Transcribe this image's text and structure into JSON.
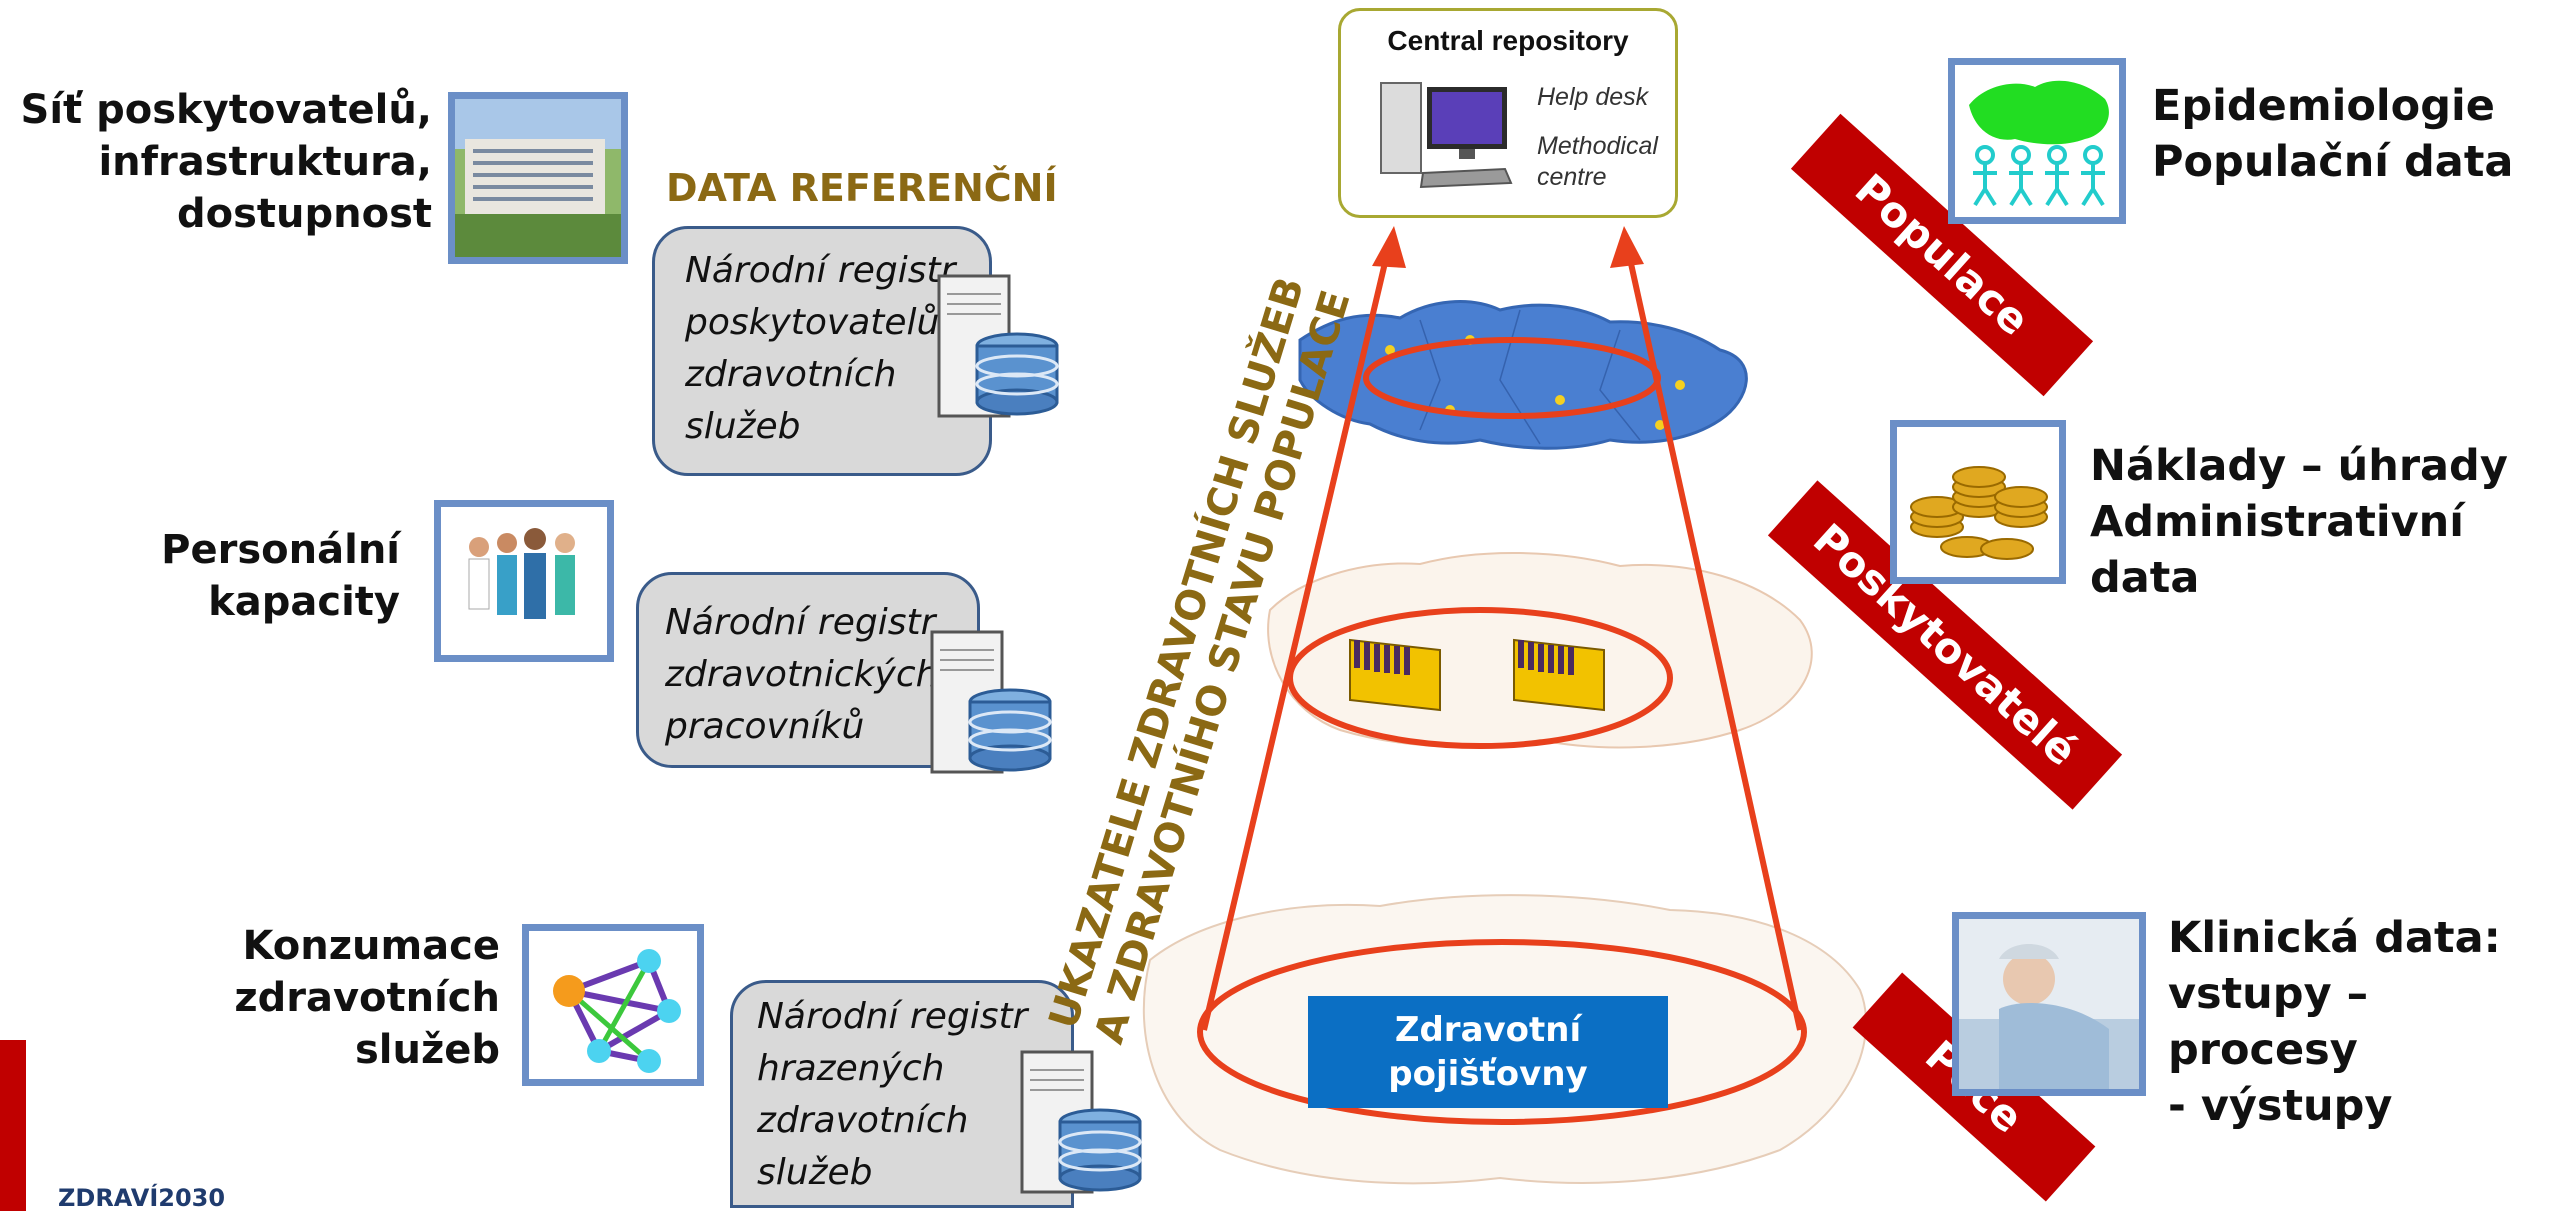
{
  "left_labels": {
    "providers": [
      "Síť poskytovatelů,",
      "infrastruktura,",
      "dostupnost"
    ],
    "personnel": [
      "Personální",
      "kapacity"
    ],
    "consumption": [
      "Konzumace",
      "zdravotních",
      "služeb"
    ]
  },
  "data_referencni": "DATA REFERENČNÍ",
  "registries": {
    "providers": [
      "Národní registr",
      "poskytovatelů",
      "zdravotních",
      "služeb"
    ],
    "workers": [
      "Národní registr",
      "zdravotnických",
      "pracovníků"
    ],
    "reimbursed": [
      "Národní registr",
      "hrazených",
      "zdravotních",
      "služeb"
    ]
  },
  "central_repository": {
    "title": "Central repository",
    "help_desk": "Help desk",
    "methodical": [
      "Methodical",
      "centre"
    ]
  },
  "vertical_text": [
    "UKAZATELE ZDRAVOTNÍCH SLUŽEB",
    "A ZDRAVOTNÍHO STAVU POPULACE"
  ],
  "insurer": [
    "Zdravotní",
    "pojišťovny"
  ],
  "right_labels": {
    "epidemiology": [
      "Epidemiologie",
      "Populační data"
    ],
    "costs": [
      "Náklady – úhrady",
      "Administrativní data"
    ],
    "clinical": [
      "Klinická data:",
      "vstupy – procesy",
      "- výstupy"
    ]
  },
  "banners": {
    "population": "Populace",
    "providers": "Poskytovatelé",
    "care": "Péče"
  },
  "logo_text": "ZDRAVÍ2030",
  "colors": {
    "accent_red": "#c00000",
    "cone_orange": "#e8401c",
    "brand_blue": "#0b6fc4",
    "photo_border": "#6b8fc7",
    "olive_text": "#8b6914"
  }
}
